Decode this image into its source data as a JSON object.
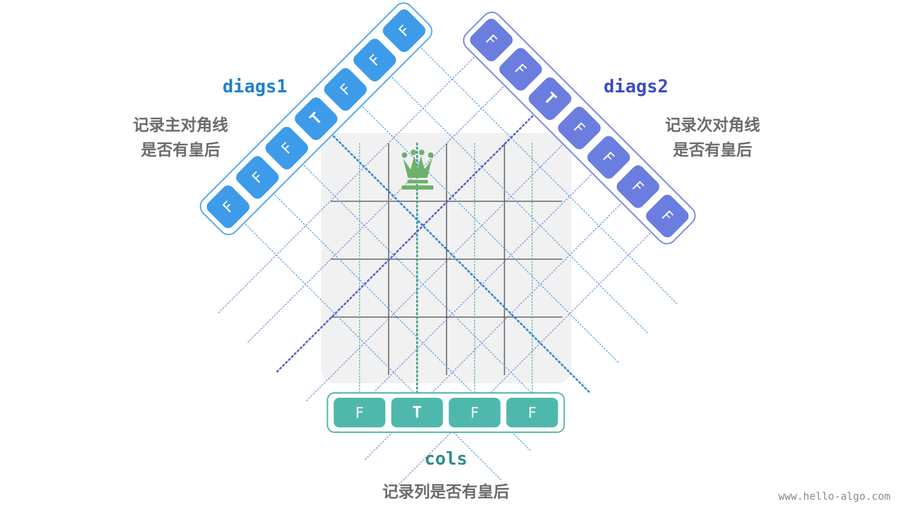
{
  "diagram": {
    "diags1": {
      "name": "diags1",
      "description_lines": [
        "记录主对角线",
        "是否有皇后"
      ],
      "values": [
        "F",
        "F",
        "F",
        "T",
        "F",
        "F",
        "F"
      ],
      "color": "#3d9be9",
      "border_color": "#5aa9ec",
      "title_color": "#1f80d0"
    },
    "diags2": {
      "name": "diags2",
      "description_lines": [
        "记录次对角线",
        "是否有皇后"
      ],
      "values": [
        "F",
        "F",
        "T",
        "F",
        "F",
        "F",
        "F"
      ],
      "color": "#6b7ddf",
      "border_color": "#7c8ae0",
      "title_color": "#3b4bc4"
    },
    "cols": {
      "name": "cols",
      "description": "记录列是否有皇后",
      "values": [
        "F",
        "T",
        "F",
        "F"
      ],
      "color": "#4fb8ad",
      "border_color": "#55b8ac",
      "title_color": "#2e8e84"
    },
    "board": {
      "size": 4,
      "queen_row": 0,
      "queen_col": 1,
      "queen_color": "#6cb26a"
    },
    "watermark": "www.hello-algo.com"
  }
}
